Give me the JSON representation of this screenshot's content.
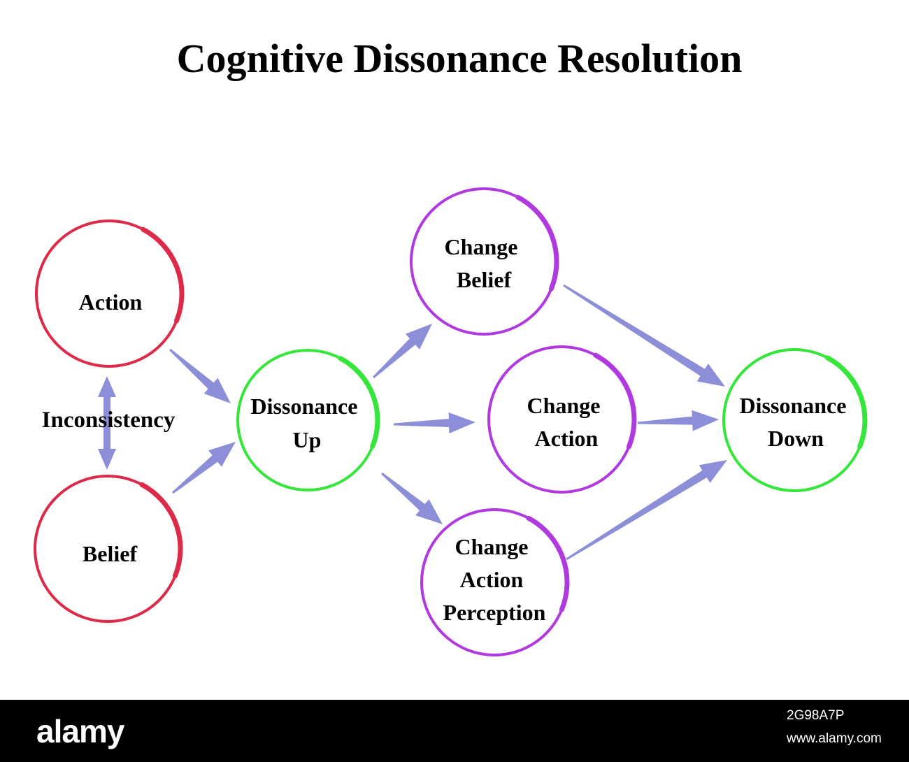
{
  "title": "Cognitive Dissonance Resolution",
  "colors": {
    "red": "#dc2a48",
    "green": "#35e63a",
    "purple": "#b03ae0",
    "arrow": "#8c8fd8"
  },
  "nodes": {
    "action": {
      "lines": [
        "Action"
      ],
      "color": "red"
    },
    "belief": {
      "lines": [
        "Belief"
      ],
      "color": "red"
    },
    "dissonance_up": {
      "lines": [
        "Dissonance",
        "Up"
      ],
      "color": "green"
    },
    "change_belief": {
      "lines": [
        "Change",
        "Belief"
      ],
      "color": "purple"
    },
    "change_action": {
      "lines": [
        "Change",
        "Action"
      ],
      "color": "purple"
    },
    "change_action_perception": {
      "lines": [
        "Change",
        "Action",
        "Perception"
      ],
      "color": "purple"
    },
    "dissonance_down": {
      "lines": [
        "Dissonance",
        "Down"
      ],
      "color": "green"
    }
  },
  "inconsistency_label": "Inconsistency",
  "edges": [
    {
      "from": "action",
      "to": "dissonance_up"
    },
    {
      "from": "belief",
      "to": "dissonance_up"
    },
    {
      "from": "dissonance_up",
      "to": "change_belief"
    },
    {
      "from": "dissonance_up",
      "to": "change_action"
    },
    {
      "from": "dissonance_up",
      "to": "change_action_perception"
    },
    {
      "from": "change_belief",
      "to": "dissonance_down"
    },
    {
      "from": "change_action",
      "to": "dissonance_down"
    },
    {
      "from": "change_action_perception",
      "to": "dissonance_down"
    },
    {
      "from": "action",
      "to": "belief",
      "bidirectional": true
    }
  ],
  "footer": {
    "brand": "alamy",
    "image_id": "2G98A7P",
    "url": "www.alamy.com"
  }
}
